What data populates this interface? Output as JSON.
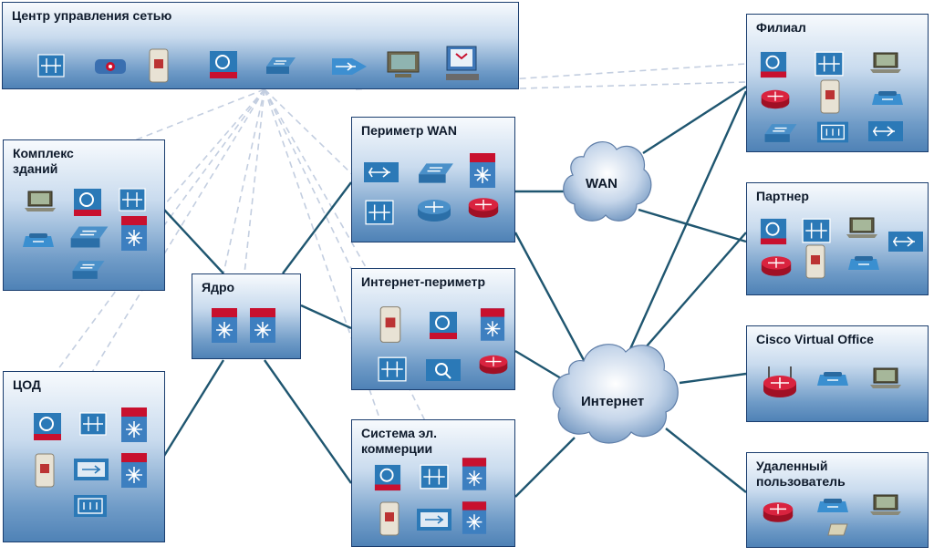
{
  "boxes": {
    "nms": {
      "title": "Центр управления сетью"
    },
    "campus": {
      "title": "Комплекс зданий"
    },
    "dc": {
      "title": "ЦОД"
    },
    "core": {
      "title": "Ядро"
    },
    "wan_edge": {
      "title": "Периметр WAN"
    },
    "inet_edge": {
      "title": "Интернет-периметр"
    },
    "ecom": {
      "title": "Система эл. коммерции"
    },
    "branch": {
      "title": "Филиал"
    },
    "partner": {
      "title": "Партнер"
    },
    "cvo": {
      "title": "Cisco Virtual Office"
    },
    "remote": {
      "title": "Удаленный пользователь"
    }
  },
  "clouds": {
    "wan": {
      "label": "WAN"
    },
    "internet": {
      "label": "Интернет"
    }
  },
  "colors": {
    "link": "#1f5670",
    "mgmt_link": "#c3cee0",
    "box_border": "#1a3d6e"
  },
  "icons": [
    "firewall-icon",
    "camera-icon",
    "server-icon",
    "ips-icon",
    "switch-icon",
    "wan-optimizer-icon",
    "monitor-icon",
    "workstation-icon",
    "laptop-icon",
    "router-icon",
    "multilayer-switch-icon",
    "phone-icon",
    "content-switch-icon",
    "module-icon",
    "web-security-icon",
    "modem-icon"
  ]
}
